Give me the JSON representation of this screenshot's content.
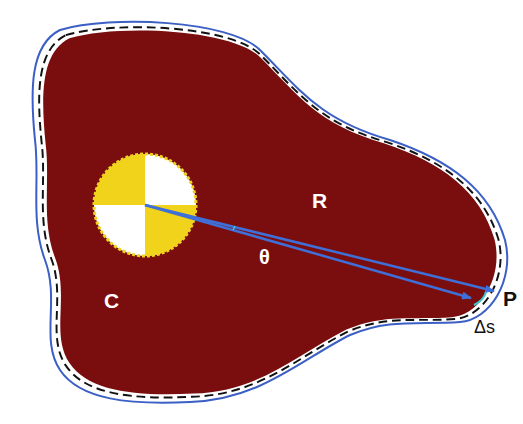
{
  "diagram": {
    "labels": [
      "R",
      "θ",
      "C",
      "P",
      "Δs"
    ]
  }
}
